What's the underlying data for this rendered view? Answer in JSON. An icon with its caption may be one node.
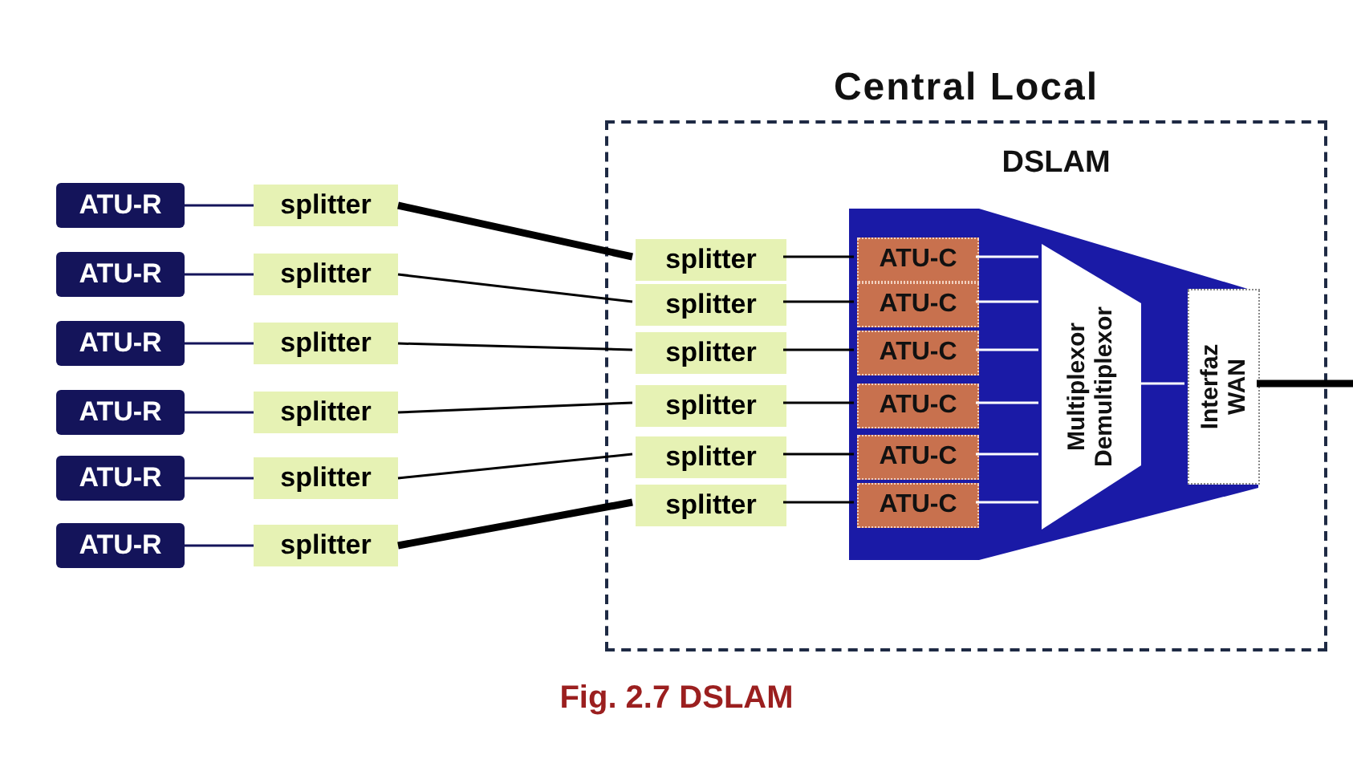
{
  "diagram": {
    "caption": "Fig. 2.7  DSLAM",
    "nodes": [
      {
        "text": [
          "ATU-R"
        ]
      },
      {
        "text": [
          "ATU-R"
        ]
      },
      {
        "text": [
          "ATU-R"
        ]
      },
      {
        "text": [
          "ATU-R"
        ]
      },
      {
        "text": [
          "ATU-R"
        ]
      },
      {
        "text": [
          "ATU-R"
        ]
      },
      {
        "text": [
          "splitter"
        ]
      },
      {
        "text": [
          "splitter"
        ]
      },
      {
        "text": [
          "splitter"
        ]
      },
      {
        "text": [
          "splitter"
        ]
      },
      {
        "text": [
          "splitter"
        ]
      },
      {
        "text": [
          "splitter"
        ]
      },
      {
        "text": [
          "Central Local"
        ]
      },
      {
        "text": [
          "splitter"
        ],
        "in": 12
      },
      {
        "text": [
          "splitter"
        ],
        "in": 12
      },
      {
        "text": [
          "splitter"
        ],
        "in": 12
      },
      {
        "text": [
          "splitter"
        ],
        "in": 12
      },
      {
        "text": [
          "splitter"
        ],
        "in": 12
      },
      {
        "text": [
          "splitter"
        ],
        "in": 12
      },
      {
        "text": [
          "DSLAM"
        ],
        "in": 12
      },
      {
        "text": [
          "ATU-C"
        ],
        "in": 19
      },
      {
        "text": [
          "ATU-C"
        ],
        "in": 19
      },
      {
        "text": [
          "ATU-C"
        ],
        "in": 19
      },
      {
        "text": [
          "ATU-C"
        ],
        "in": 19
      },
      {
        "text": [
          "ATU-C"
        ],
        "in": 19
      },
      {
        "text": [
          "ATU-C"
        ],
        "in": 19
      },
      {
        "text": [
          "Multiplexor Demultiplexor"
        ],
        "in": 19
      },
      {
        "text": [
          "Interfaz WAN"
        ],
        "in": 19
      }
    ],
    "edges": [
      {
        "from": 0,
        "to": 6,
        "arrow": "none",
        "color": "#14145a"
      },
      {
        "from": 1,
        "to": 7,
        "arrow": "none",
        "color": "#14145a"
      },
      {
        "from": 2,
        "to": 8,
        "arrow": "none",
        "color": "#14145a"
      },
      {
        "from": 3,
        "to": 9,
        "arrow": "none",
        "color": "#14145a"
      },
      {
        "from": 4,
        "to": 10,
        "arrow": "none",
        "color": "#14145a"
      },
      {
        "from": 5,
        "to": 11,
        "arrow": "none",
        "color": "#14145a"
      },
      {
        "from": 6,
        "to": 13,
        "arrow": "none",
        "style": "thick"
      },
      {
        "from": 7,
        "to": 14,
        "arrow": "none"
      },
      {
        "from": 8,
        "to": 15,
        "arrow": "none"
      },
      {
        "from": 9,
        "to": 16,
        "arrow": "none"
      },
      {
        "from": 10,
        "to": 17,
        "arrow": "none"
      },
      {
        "from": 11,
        "to": 18,
        "arrow": "none",
        "style": "thick"
      },
      {
        "from": 13,
        "to": 20,
        "arrow": "none"
      },
      {
        "from": 14,
        "to": 21,
        "arrow": "none"
      },
      {
        "from": 15,
        "to": 22,
        "arrow": "none"
      },
      {
        "from": 16,
        "to": 23,
        "arrow": "none"
      },
      {
        "from": 17,
        "to": 24,
        "arrow": "none"
      },
      {
        "from": 18,
        "to": 25,
        "arrow": "none"
      },
      {
        "from": 20,
        "to": 26,
        "arrow": "none",
        "color": "#ffffff"
      },
      {
        "from": 21,
        "to": 26,
        "arrow": "none",
        "color": "#ffffff"
      },
      {
        "from": 22,
        "to": 26,
        "arrow": "none",
        "color": "#ffffff"
      },
      {
        "from": 23,
        "to": 26,
        "arrow": "none",
        "color": "#ffffff"
      },
      {
        "from": 24,
        "to": 26,
        "arrow": "none",
        "color": "#ffffff"
      },
      {
        "from": 25,
        "to": 26,
        "arrow": "none",
        "color": "#ffffff"
      },
      {
        "from": 26,
        "to": 27,
        "arrow": "none",
        "color": "#ffffff"
      },
      {
        "from": 27,
        "to": null,
        "arrow": "none",
        "style": "thick"
      }
    ]
  }
}
